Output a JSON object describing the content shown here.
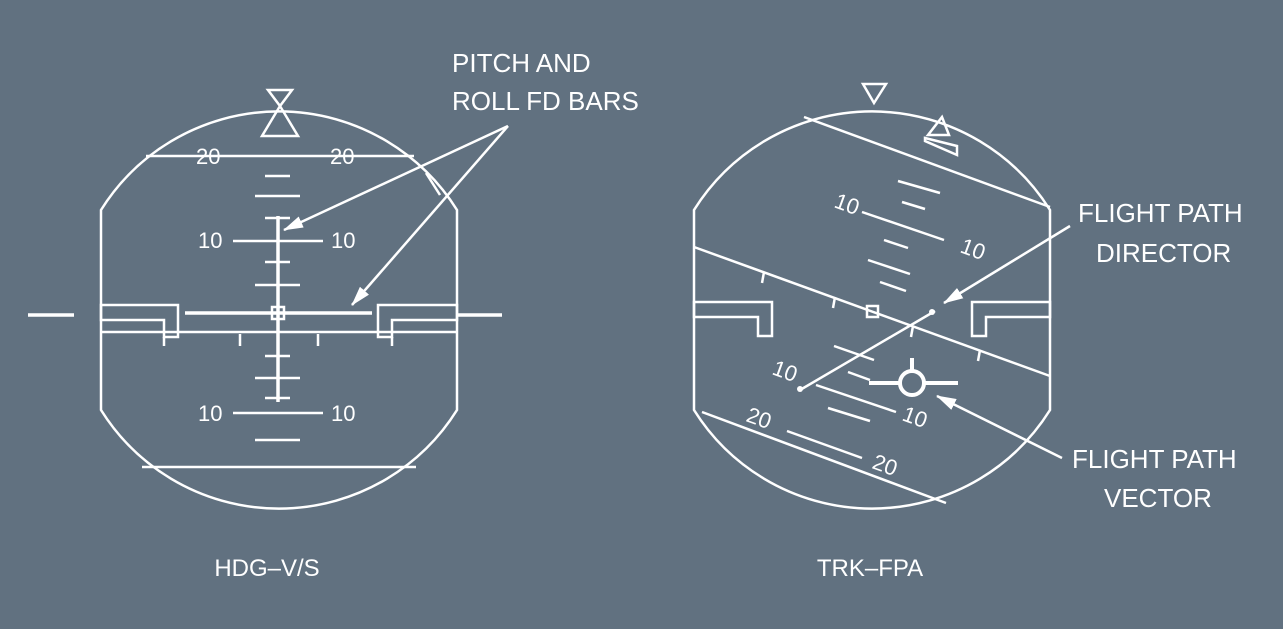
{
  "colors": {
    "background": "#617180",
    "ink": "#ffffff"
  },
  "left_display": {
    "caption": "HDG–V/S",
    "pitch_labels": {
      "top_left": "20",
      "top_right": "20",
      "upper_left": "10",
      "upper_right": "10",
      "lower_left": "10",
      "lower_right": "10"
    },
    "callout": {
      "line1": "PITCH AND",
      "line2": "ROLL FD BARS"
    }
  },
  "right_display": {
    "caption": "TRK–FPA",
    "pitch_labels": {
      "upper_left": "10",
      "upper_right": "10",
      "lower_left": "10",
      "lower_right": "10",
      "bottom_left": "20",
      "bottom_right": "20"
    },
    "callout_director": {
      "line1": "FLIGHT PATH",
      "line2": "DIRECTOR"
    },
    "callout_vector": {
      "line1": "FLIGHT PATH",
      "line2": "VECTOR"
    }
  }
}
